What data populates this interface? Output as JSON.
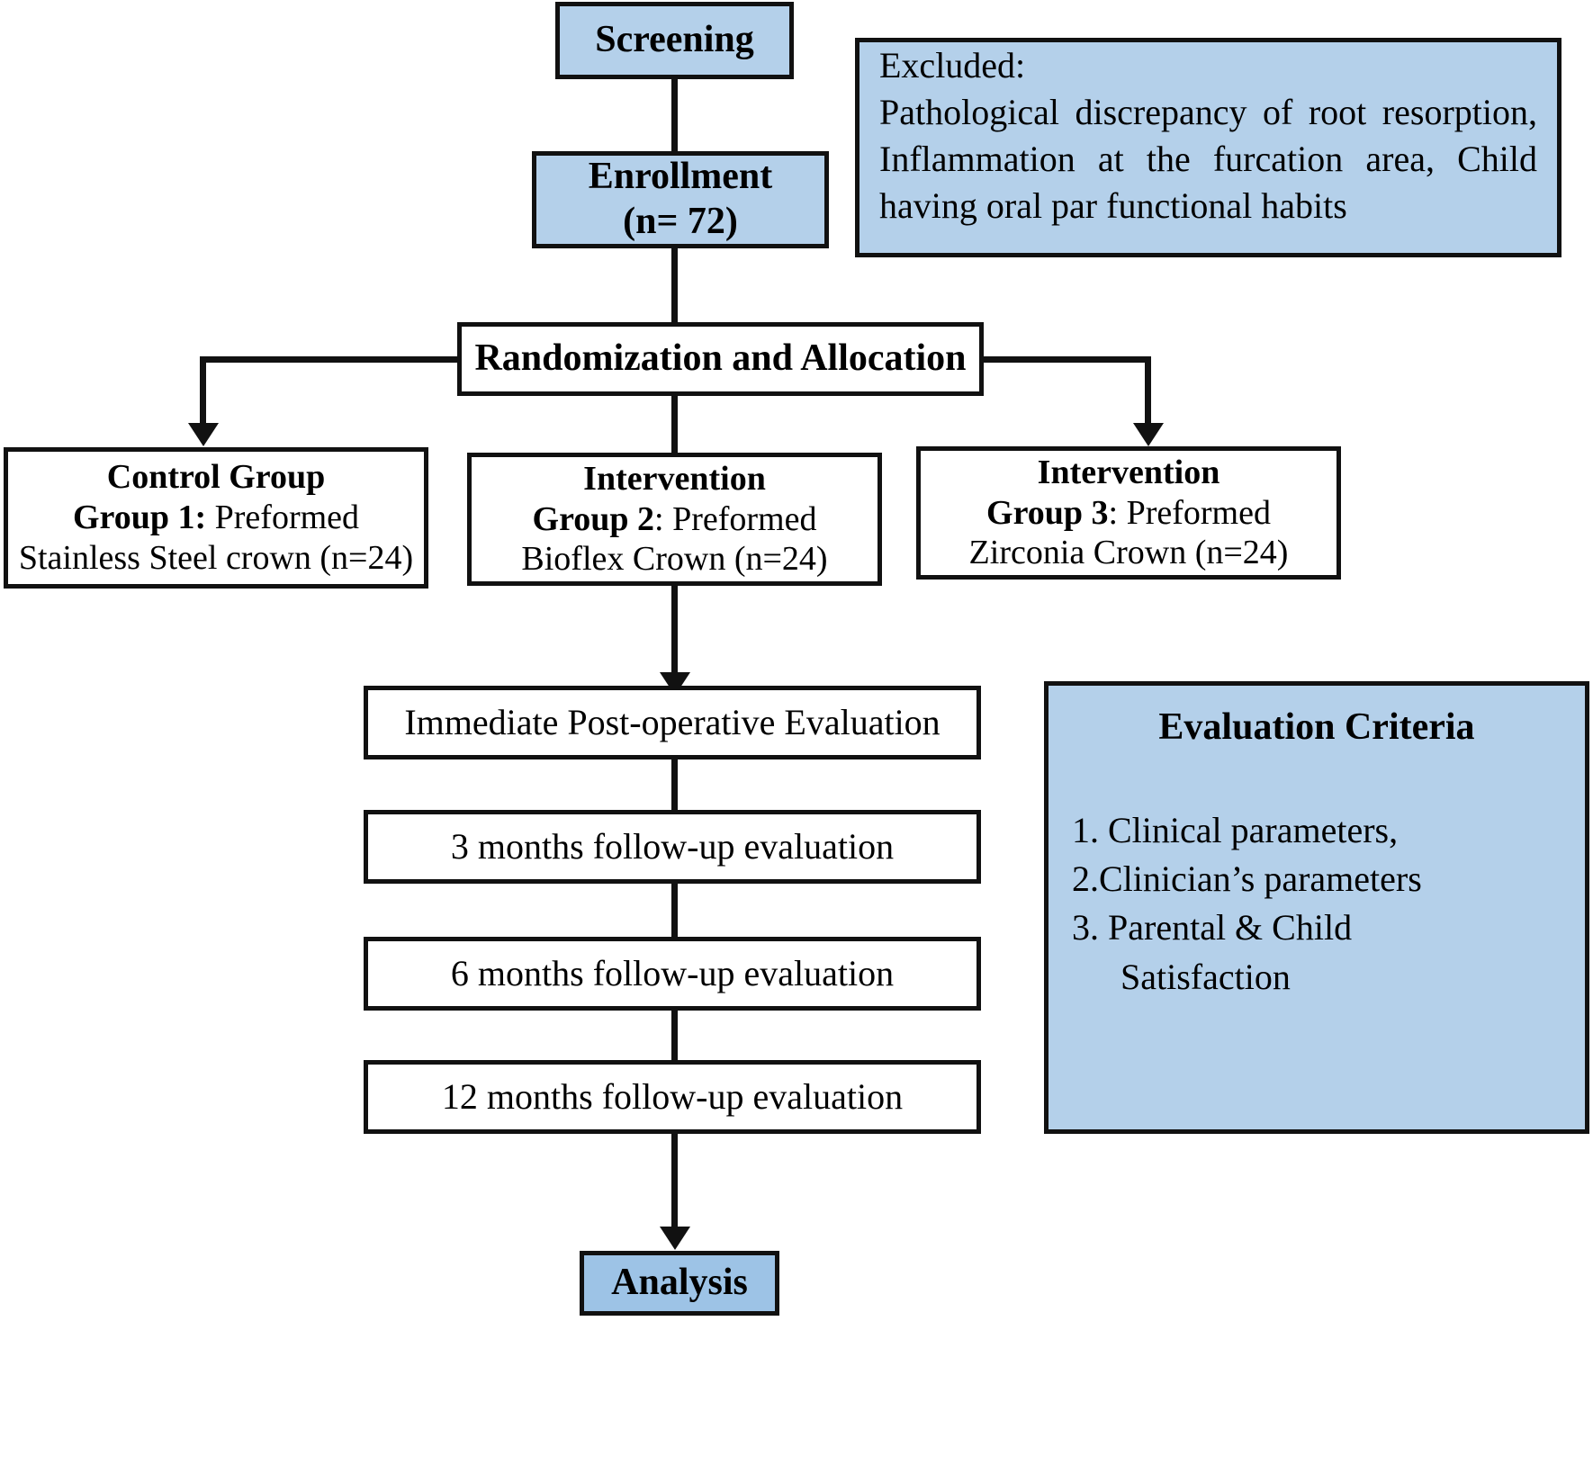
{
  "diagram": {
    "title": "CONSORT study flow diagram",
    "colors": {
      "node_fill_blue": "#b4d0ea",
      "analysis_fill_blue": "#9dc3e6",
      "node_fill_white": "#ffffff",
      "border": "#111111",
      "text": "#000000"
    },
    "nodes": {
      "screening": {
        "label": "Screening"
      },
      "enrollment": {
        "label": "Enrollment",
        "count": "(n= 72)"
      },
      "excluded": {
        "heading": "Excluded:",
        "body": "Pathological discrepancy of root resorption, Inflammation at the furcation area, Child having oral par functional habits"
      },
      "randomization": {
        "label": "Randomization and Allocation"
      },
      "group1": {
        "heading": "Control Group",
        "group_label": "Group 1:",
        "description": " Preformed Stainless Steel crown (n=24)"
      },
      "group2": {
        "heading": "Intervention",
        "group_label": "Group 2",
        "description": ": Preformed Bioflex Crown (n=24)"
      },
      "group3": {
        "heading": "Intervention",
        "group_label": "Group 3",
        "description": ": Preformed Zirconia Crown (n=24)"
      },
      "eval_immediate": {
        "label": "Immediate Post-operative Evaluation"
      },
      "eval_3m": {
        "label": "3 months follow-up evaluation"
      },
      "eval_6m": {
        "label": "6 months follow-up evaluation"
      },
      "eval_12m": {
        "label": "12 months follow-up evaluation"
      },
      "analysis": {
        "label": "Analysis"
      },
      "criteria": {
        "title": "Evaluation Criteria",
        "items": [
          "1. Clinical parameters,",
          "2.Clinician’s parameters",
          "3. Parental & Child",
          "Satisfaction"
        ]
      }
    }
  }
}
